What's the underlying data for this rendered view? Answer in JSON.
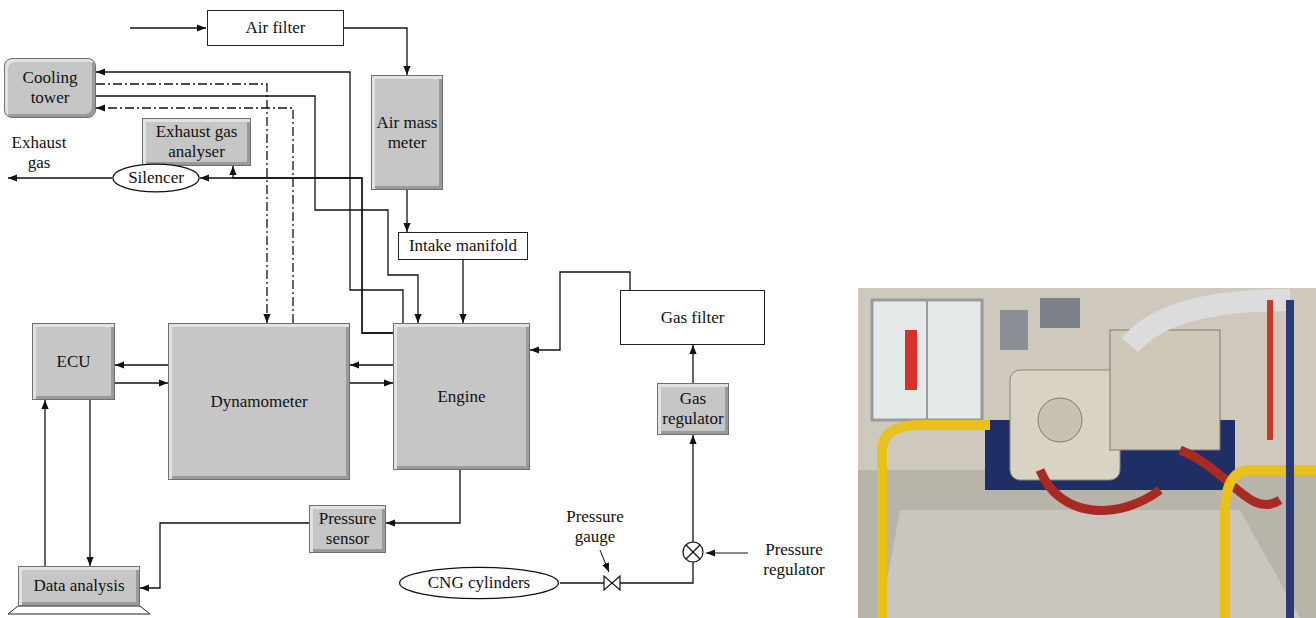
{
  "diagram": {
    "nodes": [
      {
        "text": [
          "Air filter"
        ]
      },
      {
        "text": [
          "Cooling tower"
        ]
      },
      {
        "text": [
          "Air mass meter"
        ]
      },
      {
        "text": [
          "Exhaust gas analyser"
        ]
      },
      {
        "text": [
          "Silencer"
        ]
      },
      {
        "text": [
          "Intake manifold"
        ]
      },
      {
        "text": [
          "ECU"
        ]
      },
      {
        "text": [
          "Dynamometer"
        ]
      },
      {
        "text": [
          "Engine"
        ]
      },
      {
        "text": [
          "Gas filter"
        ]
      },
      {
        "text": [
          "Gas regulator"
        ]
      },
      {
        "text": [
          "Pressure sensor"
        ]
      },
      {
        "text": [
          "Data analysis"
        ]
      },
      {
        "text": [
          "CNG cylinders"
        ]
      }
    ],
    "edges": [
      {
        "from": 0,
        "to": 2,
        "arrow": "to"
      },
      {
        "from": 2,
        "to": 5,
        "arrow": "to"
      },
      {
        "from": 5,
        "to": 8,
        "arrow": "to"
      },
      {
        "from": 8,
        "to": 1,
        "arrow": "to"
      },
      {
        "from": 1,
        "to": 8,
        "arrow": "to"
      },
      {
        "from": 1,
        "to": 7,
        "arrow": "to"
      },
      {
        "from": 7,
        "to": 1,
        "arrow": "to"
      },
      {
        "from": 8,
        "to": 4,
        "arrow": "to"
      },
      {
        "from": 8,
        "to": 3,
        "arrow": "to"
      },
      {
        "from": 7,
        "to": 6,
        "arrow": "to"
      },
      {
        "from": 6,
        "to": 7,
        "arrow": "to"
      },
      {
        "from": 8,
        "to": 7,
        "arrow": "to"
      },
      {
        "from": 7,
        "to": 8,
        "arrow": "to"
      },
      {
        "from": 9,
        "to": 8,
        "arrow": "to"
      },
      {
        "from": 10,
        "to": 9,
        "arrow": "to"
      },
      {
        "from": 13,
        "to": 10,
        "arrow": "to"
      },
      {
        "from": 8,
        "to": 11,
        "arrow": "to"
      },
      {
        "from": 11,
        "to": 12,
        "arrow": "to"
      },
      {
        "from": 12,
        "to": 6,
        "arrow": "to"
      },
      {
        "from": 6,
        "to": 12,
        "arrow": "to"
      }
    ],
    "labels": [
      "Exhaust gas",
      "Pressure gauge",
      "Pressure regulator"
    ]
  }
}
